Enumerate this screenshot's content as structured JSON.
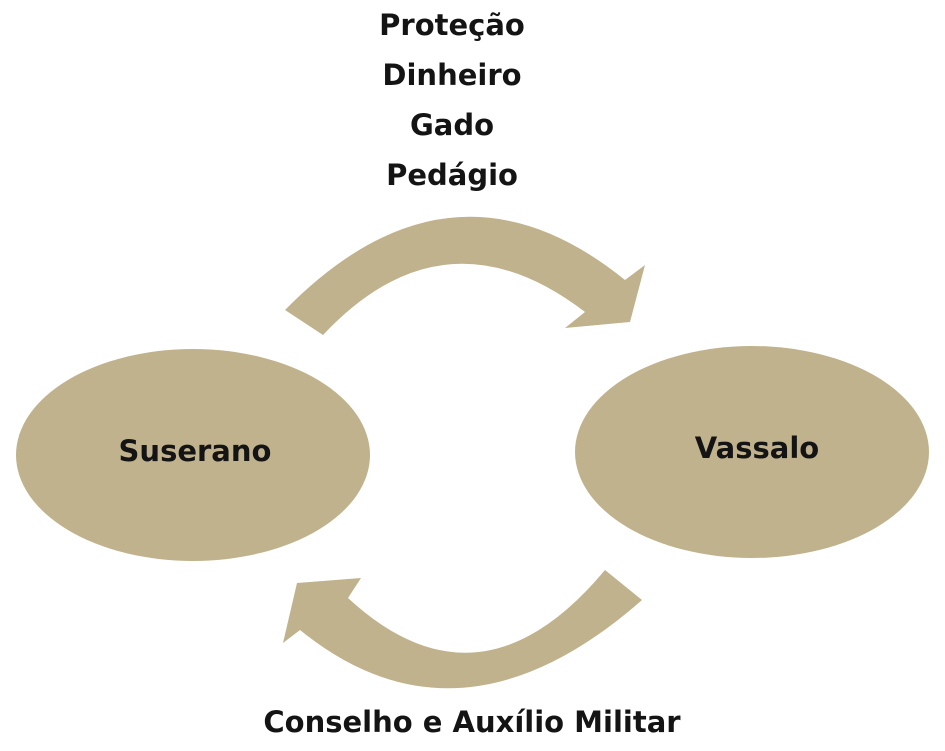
{
  "colors": {
    "shape_fill": "#c0b28d",
    "text": "#141414",
    "background": "#ffffff"
  },
  "top_flow": {
    "items": [
      "Proteção",
      "Dinheiro",
      "Gado",
      "Pedágio"
    ]
  },
  "nodes": {
    "left": "Suserano",
    "right": "Vassalo"
  },
  "bottom_flow": {
    "label": "Conselho e Auxílio Militar"
  }
}
